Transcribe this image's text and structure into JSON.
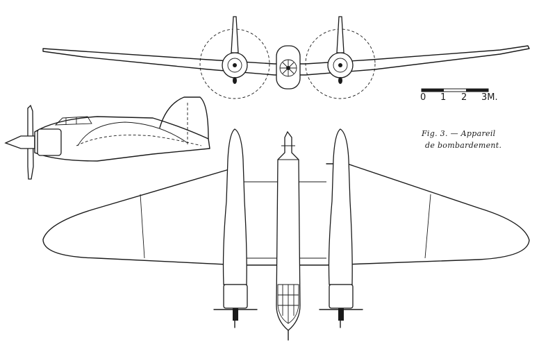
{
  "scale": {
    "ticks": [
      "0",
      "1",
      "2",
      "3M."
    ]
  },
  "caption": {
    "line1": "Fig. 3. — Appareil",
    "line2": "de bombardement."
  }
}
